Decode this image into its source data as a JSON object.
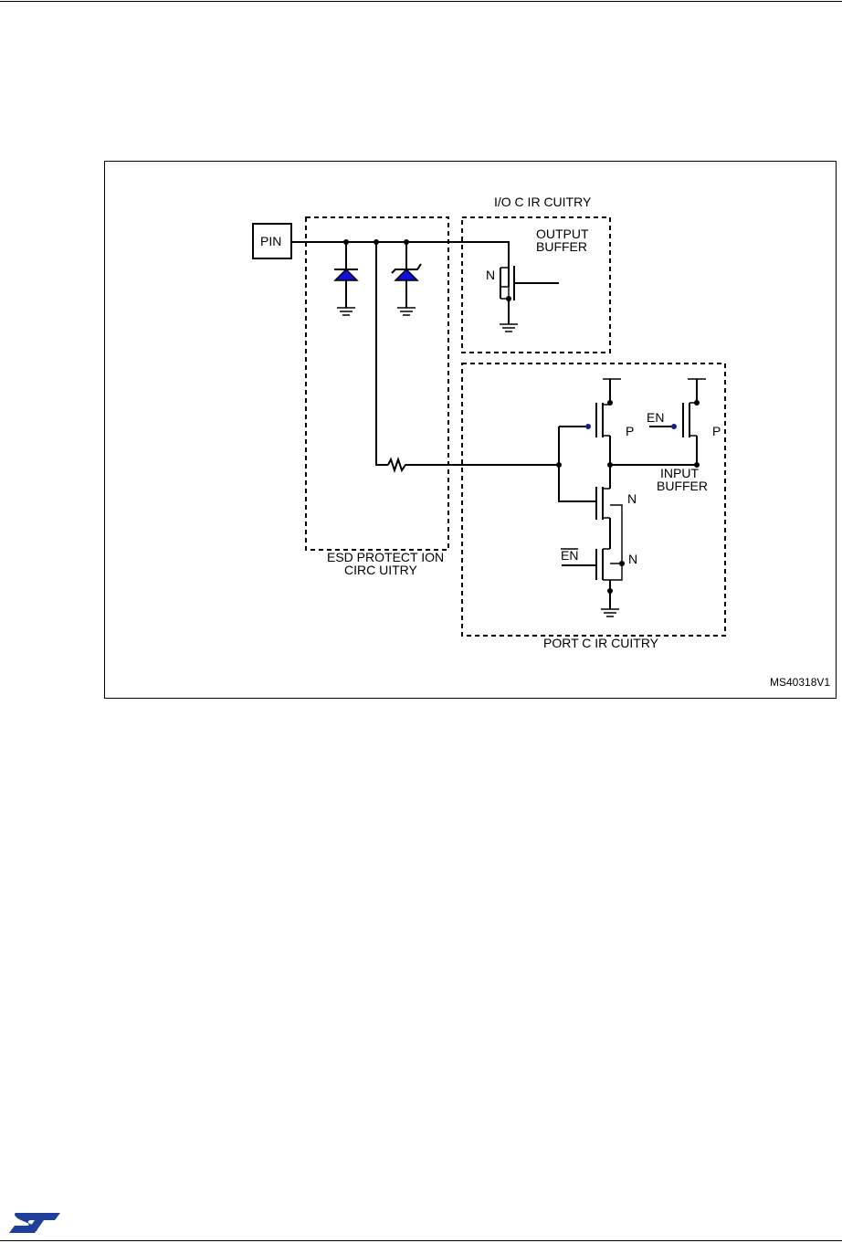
{
  "diagram": {
    "pin_label": "PIN",
    "io_circuitry_label": "I/O C IR CUITRY",
    "output_buffer_label_1": "OUTPUT",
    "output_buffer_label_2": "BUFFER",
    "output_nmos_label": "N",
    "esd_label_1": "ESD PROTECT ION",
    "esd_label_2": "CIRC UITRY",
    "pmos_label": "P",
    "nmos_upper_label": "N",
    "nmos_lower_label": "N",
    "en_lower_label": "EN",
    "en_input_label": "EN",
    "input_pmos_label": "P",
    "input_buffer_label_1": "INPUT",
    "input_buffer_label_2": "BUFFER",
    "port_circuitry_label": "PORT C IR CUITRY",
    "figure_id": "MS40318V1"
  },
  "colors": {
    "diode_fill": "#1010d8",
    "line": "#000000",
    "logo": "#1f3f9a"
  },
  "icons": {
    "logo": "st-logo-icon"
  }
}
